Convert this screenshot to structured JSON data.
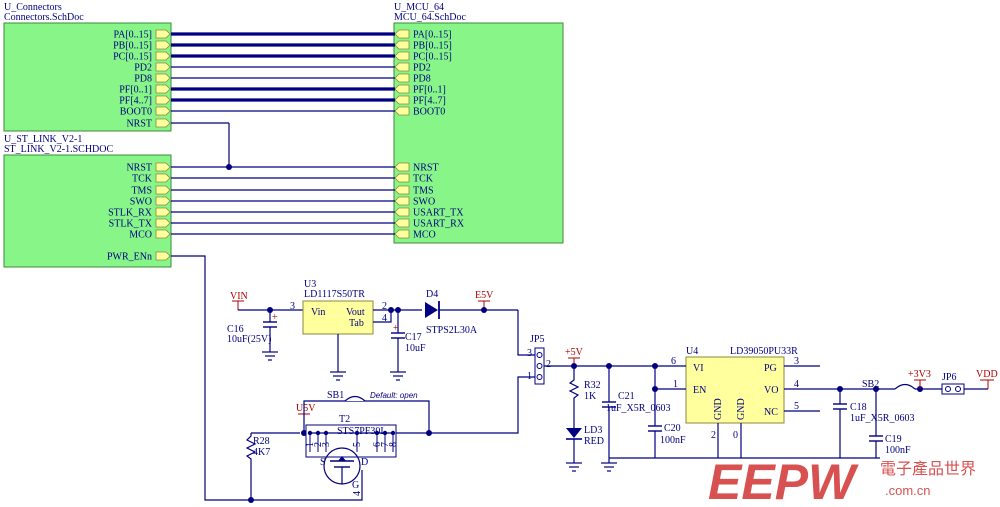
{
  "sheets": {
    "connectors": {
      "designator": "U_Connectors",
      "file": "Connectors.SchDoc",
      "ports": [
        "PA[0..15]",
        "PB[0..15]",
        "PC[0..15]",
        "PD2",
        "PD8",
        "PF[0..1]",
        "PF[4..7]",
        "BOOT0",
        "NRST"
      ]
    },
    "mcu": {
      "designator": "U_MCU_64",
      "file": "MCU_64.SchDoc",
      "ports": [
        "PA[0..15]",
        "PB[0..15]",
        "PC[0..15]",
        "PD2",
        "PD8",
        "PF[0..1]",
        "PF[4..7]",
        "BOOT0",
        "NRST",
        "TCK",
        "TMS",
        "SWO",
        "USART_TX",
        "USART_RX",
        "MCO"
      ]
    },
    "stlink": {
      "designator": "U_ST_LINK_V2-1",
      "file": "ST_LINK_V2-1.SCHDOC",
      "ports": [
        "NRST",
        "TCK",
        "TMS",
        "SWO",
        "STLK_RX",
        "STLK_TX",
        "MCO",
        "PWR_ENn"
      ]
    }
  },
  "u3": {
    "ref": "U3",
    "part": "LD1117S50TR",
    "pin_vin": "Vin",
    "pin_vout": "Vout",
    "pin_tab": "Tab",
    "n3": "3",
    "n2": "2",
    "n4": "4"
  },
  "u4": {
    "ref": "U4",
    "part": "LD39050PU33R",
    "vi": "VI",
    "en": "EN",
    "gnd1": "GND",
    "gnd2": "GND",
    "pg": "PG",
    "vo": "VO",
    "nc": "NC",
    "n6": "6",
    "n1": "1",
    "n2": "2",
    "n0": "0",
    "n3": "3",
    "n4": "4",
    "n5": "5"
  },
  "d4": {
    "ref": "D4",
    "part": "STPS2L30A"
  },
  "c16": {
    "ref": "C16",
    "value": "10uF(25V)"
  },
  "c17": {
    "ref": "C17",
    "value": "10uF"
  },
  "c18": {
    "ref": "C18",
    "value": "1uF_X5R_0603"
  },
  "c19": {
    "ref": "C19",
    "value": "100nF"
  },
  "c20": {
    "ref": "C20",
    "value": "100nF"
  },
  "c21": {
    "ref": "C21",
    "value": "1uF_X5R_0603"
  },
  "r28": {
    "ref": "R28",
    "value": "4K7"
  },
  "r32": {
    "ref": "R32",
    "value": "1K"
  },
  "ld3": {
    "ref": "LD3",
    "value": "RED"
  },
  "jp5": {
    "ref": "JP5",
    "p1": "1",
    "p2": "2",
    "p3": "3"
  },
  "jp6": {
    "ref": "JP6"
  },
  "sb1": {
    "ref": "SB1",
    "note": "Default: open"
  },
  "sb2": {
    "ref": "SB2"
  },
  "t2": {
    "ref": "T2",
    "part": "STS7PF30L",
    "s": "S",
    "d": "D",
    "g": "G",
    "pins": [
      "1",
      "2",
      "3",
      "5",
      "6",
      "7",
      "8"
    ],
    "p4": "4"
  },
  "nets": {
    "vin": "VIN",
    "e5v": "E5V",
    "p5v": "+5V",
    "u5v": "U5V",
    "p3v3": "+3V3",
    "vdd": "VDD"
  },
  "watermark": {
    "brand": "EEPW",
    "cn": "電子產品世界",
    "url": ".com.cn"
  },
  "colors": {
    "sheet": "#87f587",
    "wire": "#000080",
    "net_label": "#b00000",
    "watermark": "#d23a3a"
  }
}
